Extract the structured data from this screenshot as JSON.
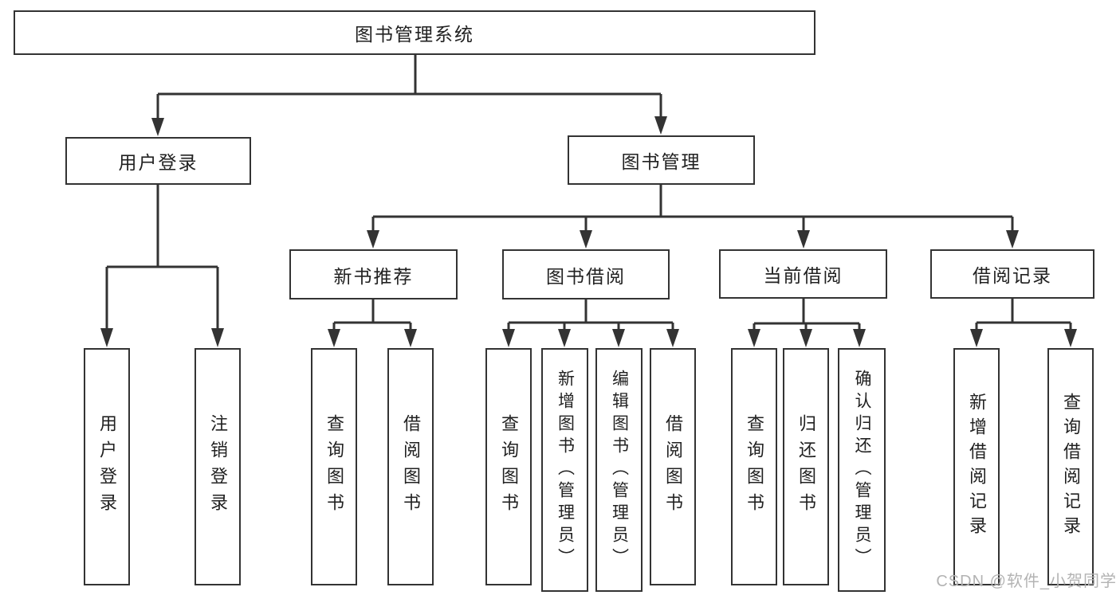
{
  "diagram": {
    "title": "图书管理系统",
    "children": {
      "login": {
        "label": "用户登录",
        "children": {
          "user_login": "用户登录",
          "logout": "注销登录"
        }
      },
      "management": {
        "label": "图书管理",
        "children": {
          "new_books": {
            "label": "新书推荐",
            "children": {
              "query": "查询图书",
              "borrow": "借阅图书"
            }
          },
          "borrow": {
            "label": "图书借阅",
            "children": {
              "query": "查询图书",
              "add": "新增图书（管理员）",
              "edit": "编辑图书（管理员）",
              "borrow": "借阅图书"
            }
          },
          "current": {
            "label": "当前借阅",
            "children": {
              "query": "查询图书",
              "return": "归还图书",
              "confirm": "确认归还（管理员）"
            }
          },
          "records": {
            "label": "借阅记录",
            "children": {
              "add": "新增借阅记录",
              "query": "查询借阅记录"
            }
          }
        }
      }
    }
  },
  "watermark": "CSDN @软件_小贺同学",
  "colors": {
    "line": "#333333",
    "text": "#212121",
    "watermark": "#b3b3b3",
    "background": "#ffffff"
  }
}
